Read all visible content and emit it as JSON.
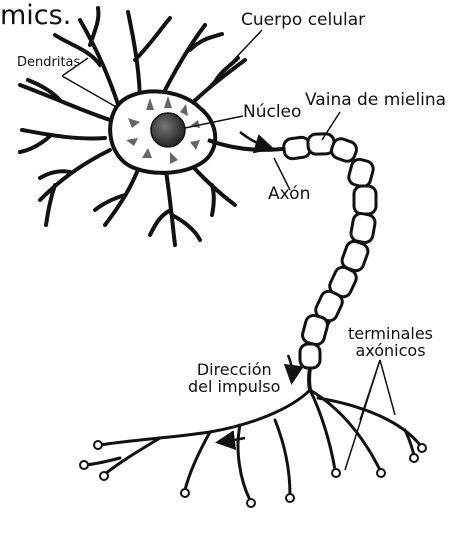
{
  "header_fragment": "mics.",
  "labels": {
    "cuerpo_celular": "Cuerpo celular",
    "dendritas": "Dendritas",
    "nucleo": "Núcleo",
    "vaina_de_mielina": "Vaina de mielina",
    "axon": "Axón",
    "terminales_line1": "terminales",
    "terminales_line2": "axónicos",
    "direccion_line1": "Dirección",
    "direccion_line2": "del impulso"
  },
  "colors": {
    "ink": "#111111",
    "nucleus": "#444444",
    "background": "#ffffff"
  }
}
